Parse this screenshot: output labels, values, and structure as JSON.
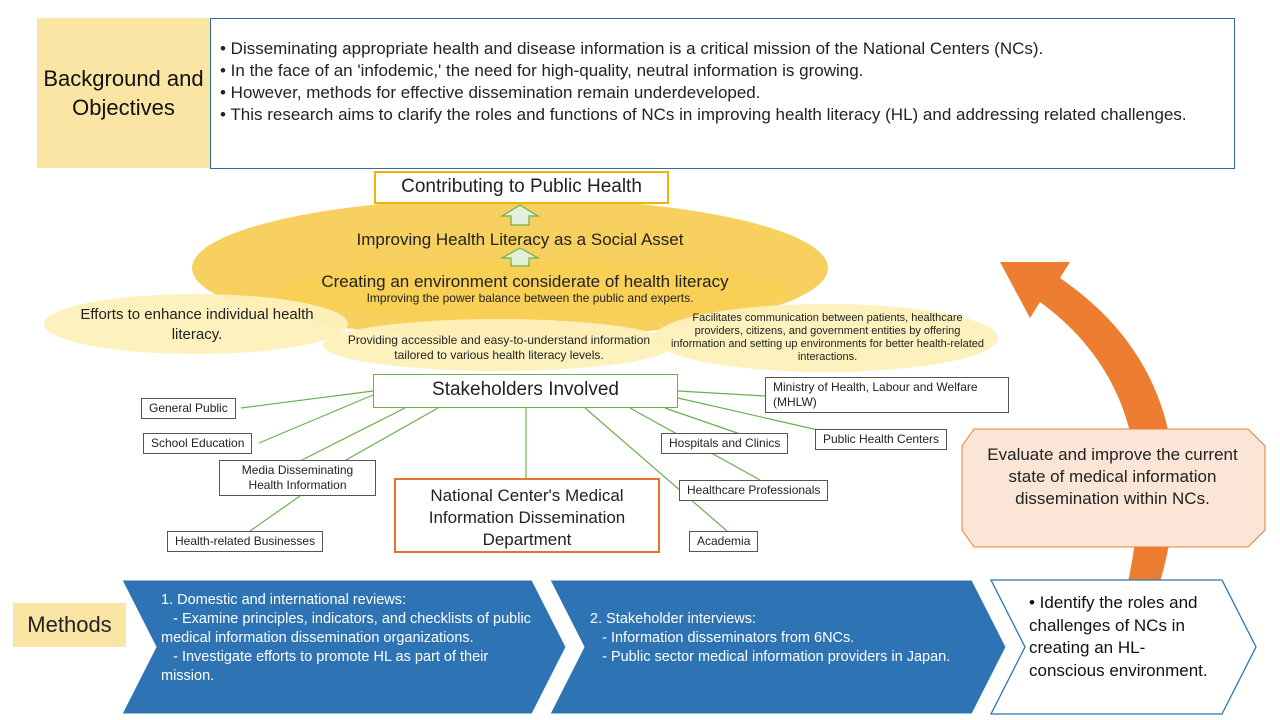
{
  "background": {
    "label": "Background and Objectives",
    "bullets": [
      "• Disseminating appropriate health and disease information is a critical mission of the National Centers (NCs).",
      "• In the face of an 'infodemic,' the need for high-quality, neutral information is growing.",
      "• However, methods for effective dissemination remain underdeveloped.",
      "• This research aims to clarify the roles and functions of NCs in improving health literacy (HL) and addressing related challenges."
    ]
  },
  "goal": "Contributing to Public Health",
  "layers": {
    "social_asset": "Improving Health Literacy as a Social Asset",
    "environment": "Creating an environment considerate of health literacy",
    "power_balance": "Improving the power balance between the public and experts."
  },
  "efforts": {
    "individual": "Efforts to enhance individual health literacy.",
    "accessible": "Providing accessible and easy-to-understand information tailored to various health literacy levels.",
    "communication": "Facilitates communication between patients, healthcare providers, citizens, and government entities by offering information and setting up environments for better health-related interactions."
  },
  "stakeholders": {
    "title": "Stakeholders Involved",
    "general_public": "General Public",
    "school_education": "School Education",
    "media": "Media Disseminating Health Information",
    "businesses": "Health-related Businesses",
    "mhlw": "Ministry of Health, Labour and Welfare (MHLW)",
    "hospitals": "Hospitals and Clinics",
    "public_health_centers": "Public Health Centers",
    "professionals": "Healthcare Professionals",
    "academia": "Academia",
    "nc_department": "National Center's Medical Information Dissemination Department"
  },
  "evaluate": "Evaluate and improve the current state of medical information dissemination within NCs.",
  "methods": {
    "label": "Methods",
    "step1": "1. Domestic and international reviews:\n   - Examine principles, indicators, and checklists of public medical information dissemination organizations.\n   - Investigate efforts to promote HL as part of their mission.",
    "step2": "2. Stakeholder interviews:\n   - Information disseminators from 6NCs.\n   - Public sector medical information providers in Japan.",
    "result": "• Identify the roles and challenges of NCs in creating an HL-conscious environment."
  },
  "colors": {
    "cream": "#fbe5a4",
    "gold": "#f7c843",
    "light_yellow": "#fdf0b9",
    "blue": "#2e74b5",
    "orange": "#ed7d31",
    "green": "#6ab04c"
  }
}
